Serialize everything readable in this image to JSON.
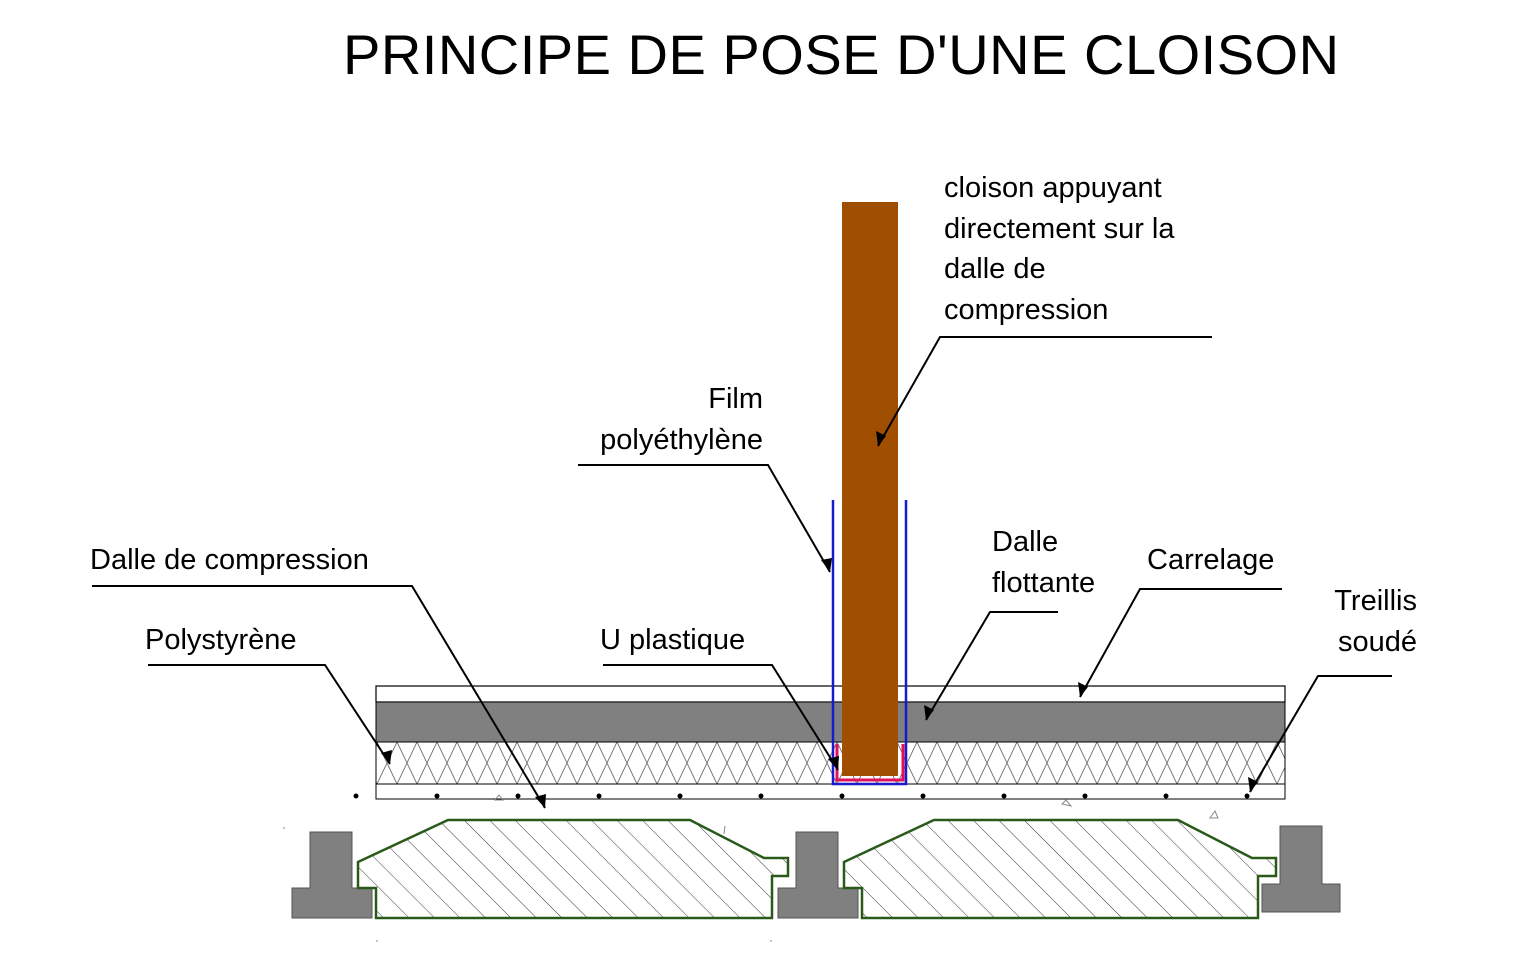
{
  "title": "PRINCIPE DE POSE D'UNE CLOISON",
  "labels": {
    "cloison": [
      "cloison appuyant",
      "directement sur la",
      "dalle de",
      "compression"
    ],
    "film": [
      "Film",
      "polyéthylène"
    ],
    "dalle_flottante": [
      "Dalle",
      "flottante"
    ],
    "carrelage": "Carrelage",
    "treillis": [
      "Treillis",
      "soudé"
    ],
    "dalle_compression": "Dalle de compression",
    "polystyrene": "Polystyrène",
    "u_plastique": "U plastique"
  },
  "colors": {
    "cloison": "#a04e00",
    "film": "#1a1acc",
    "u_plastique": "#e0105a",
    "dalle_flottante": "#808080",
    "poutrelle": "#808080",
    "entrevous_outline": "#2a5a1a"
  }
}
